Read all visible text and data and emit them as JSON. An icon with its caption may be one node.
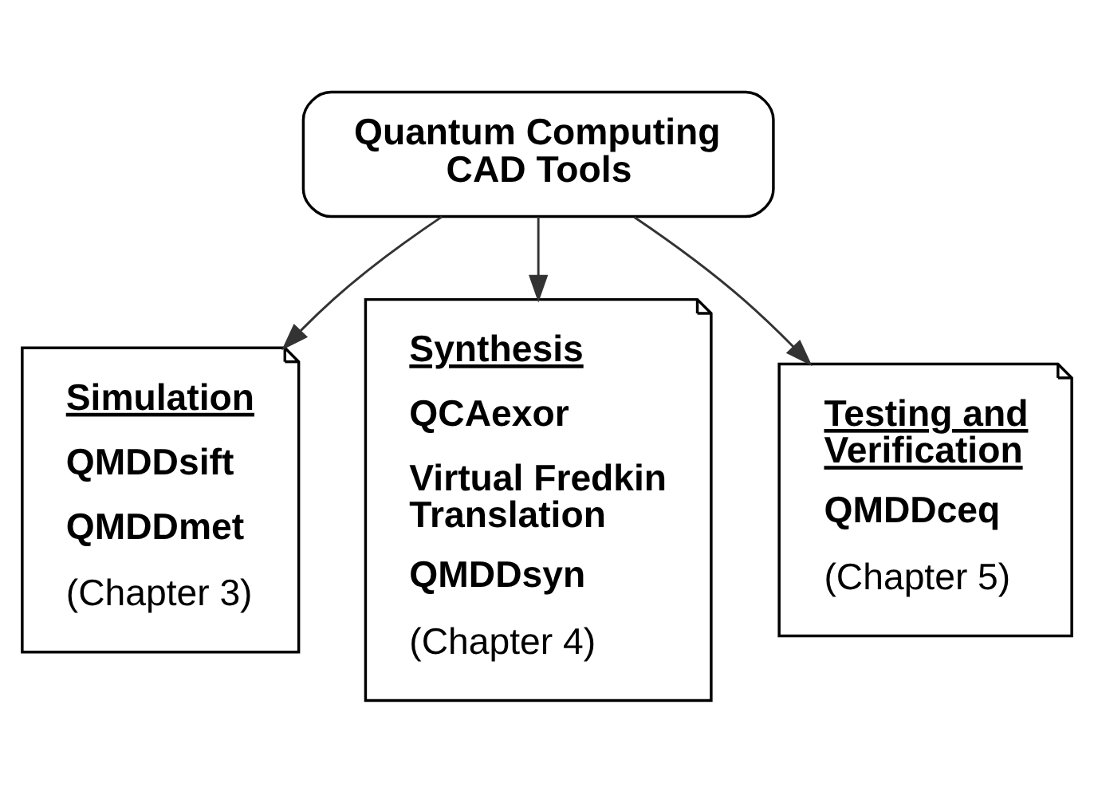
{
  "diagram": {
    "nodes": [
      {
        "text": [
          "Quantum Computing CAD Tools"
        ]
      },
      {
        "text": [
          "Simulation",
          "QMDDsift",
          "QMDDmet",
          "(Chapter 3)"
        ]
      },
      {
        "text": [
          "Synthesis",
          "QCAexor",
          "Virtual Fredkin Translation",
          "QMDDsyn",
          "(Chapter 4)"
        ]
      },
      {
        "text": [
          "Testing and Verification",
          "QMDDceq",
          "(Chapter 5)"
        ]
      }
    ],
    "edges": [
      {
        "from": 0,
        "to": 1,
        "arrow": "to"
      },
      {
        "from": 0,
        "to": 2,
        "arrow": "to"
      },
      {
        "from": 0,
        "to": 3,
        "arrow": "to"
      }
    ]
  }
}
